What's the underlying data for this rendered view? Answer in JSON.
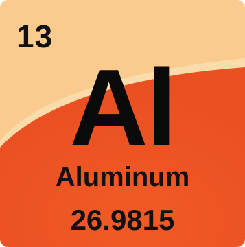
{
  "element": {
    "atomic_number": "13",
    "symbol": "Al",
    "name": "Aluminum",
    "atomic_mass": "26.9815"
  },
  "colors": {
    "tile_light": "#f9cb8e",
    "tile_dark": "#ef5a28",
    "text": "#111111"
  }
}
